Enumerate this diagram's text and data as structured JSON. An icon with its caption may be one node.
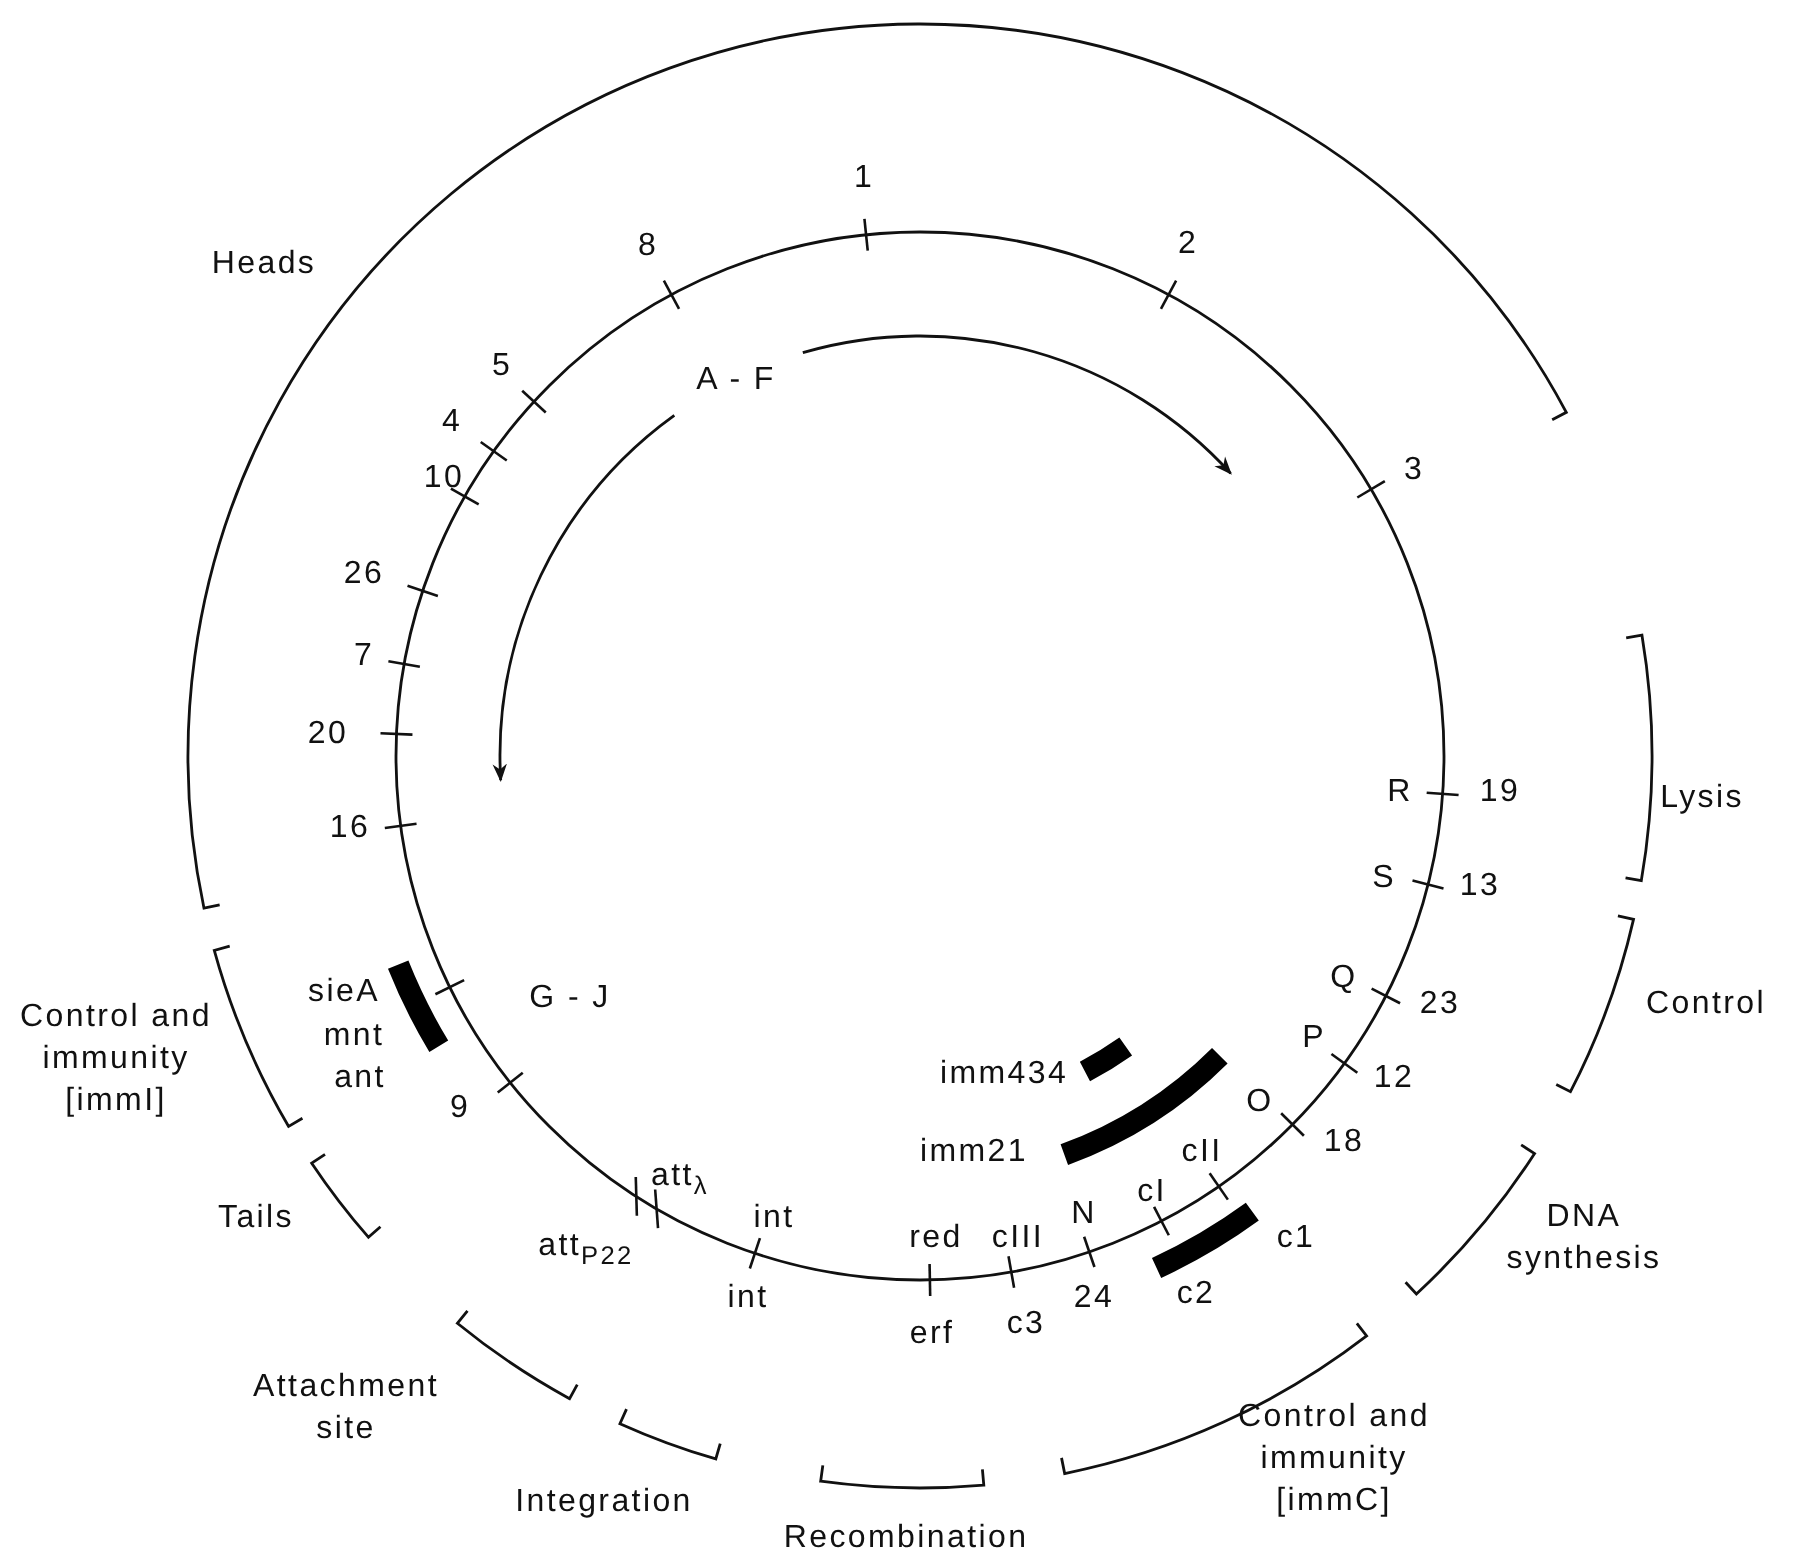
{
  "diagram": {
    "labels": [
      "Heads",
      "1",
      "8",
      "2",
      "5",
      "A - F",
      "4",
      "10",
      "3",
      "26",
      "7",
      "20",
      "16",
      "R",
      "19",
      "Lysis",
      "S",
      "13",
      "sieA",
      "G - J",
      "Q",
      "23",
      "Control",
      "mnt",
      "P",
      "Control and immunity [immI]",
      "ant",
      "imm434",
      "12",
      "9",
      "O",
      "imm21",
      "cII",
      "18",
      "att$_{λ}$",
      "cI",
      "Tails",
      "int",
      "N",
      "att$_{P22}$",
      "red",
      "cIII",
      "c1",
      "DNA synthesis",
      "int",
      "24",
      "c2",
      "erf",
      "c3",
      "Attachment site",
      "Control and immunity [immC]",
      "Integration",
      "Recombination"
    ]
  }
}
